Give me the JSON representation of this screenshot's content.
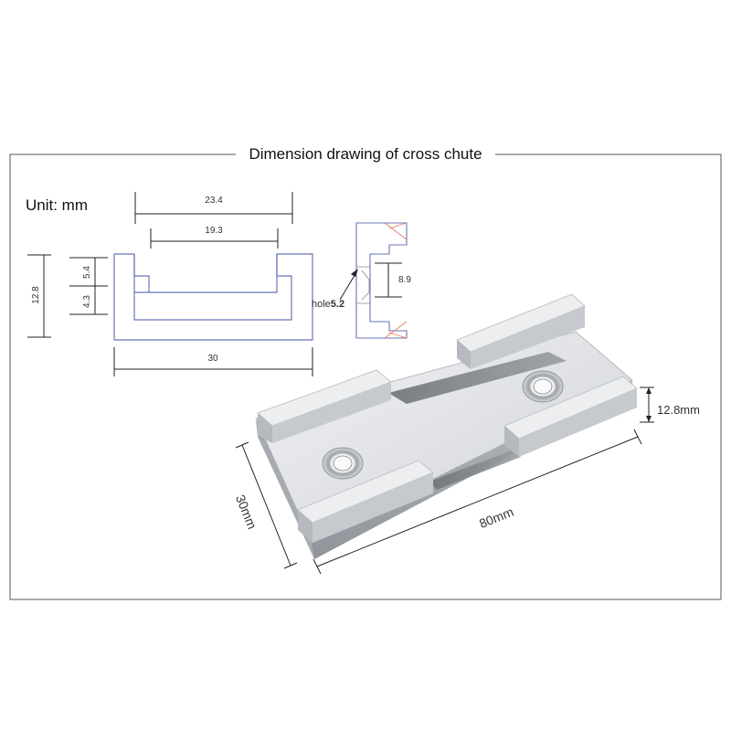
{
  "title": "Dimension drawing of cross chute",
  "unit_label": "Unit: mm",
  "profile_dimensions": {
    "top_width": "23.4",
    "inner_width": "19.3",
    "height": "12.8",
    "upper_depth": "5.4",
    "lower_depth": "4.3",
    "base_width": "30"
  },
  "side_view": {
    "hole_label": "hole",
    "hole_value": "5.2",
    "slot_height": "8.9"
  },
  "photo_dimensions": {
    "height": "12.8mm",
    "width": "30mm",
    "length": "80mm"
  },
  "colors": {
    "profile_stroke": "#6a74b8",
    "dimension_line": "#222222",
    "frame": "#555555",
    "aluminum_light": "#e3e5e8",
    "aluminum_dark": "#9ea3a9"
  }
}
